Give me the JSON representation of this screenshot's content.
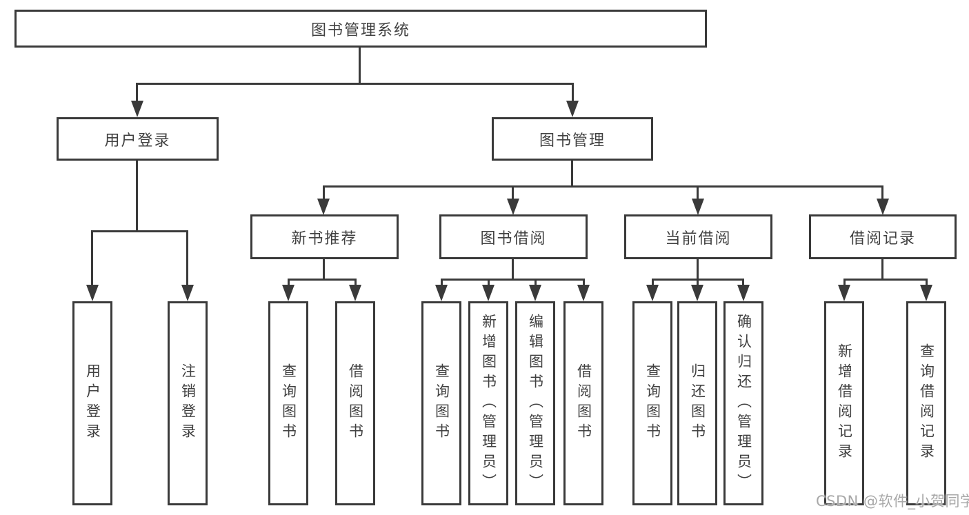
{
  "diagram": {
    "title": "图书管理系统",
    "level2": [
      {
        "label": "用户登录"
      },
      {
        "label": "图书管理"
      }
    ],
    "level3": [
      {
        "label": "新书推荐"
      },
      {
        "label": "图书借阅"
      },
      {
        "label": "当前借阅"
      },
      {
        "label": "借阅记录"
      }
    ],
    "leaves": [
      {
        "label": "用户登录"
      },
      {
        "label": "注销登录"
      },
      {
        "label": "查询图书"
      },
      {
        "label": "借阅图书"
      },
      {
        "label": "查询图书"
      },
      {
        "label": "新增图书（管理员）"
      },
      {
        "label": "编辑图书（管理员）"
      },
      {
        "label": "借阅图书"
      },
      {
        "label": "查询图书"
      },
      {
        "label": "归还图书"
      },
      {
        "label": "确认归还（管理员）"
      },
      {
        "label": "新增借阅记录"
      },
      {
        "label": "查询借阅记录"
      }
    ],
    "watermark": "CSDN @软件_小贺同学"
  },
  "colors": {
    "line": "#3a3a3a",
    "text": "#414141",
    "watermark": "#a8a8a8",
    "background": "#ffffff"
  }
}
